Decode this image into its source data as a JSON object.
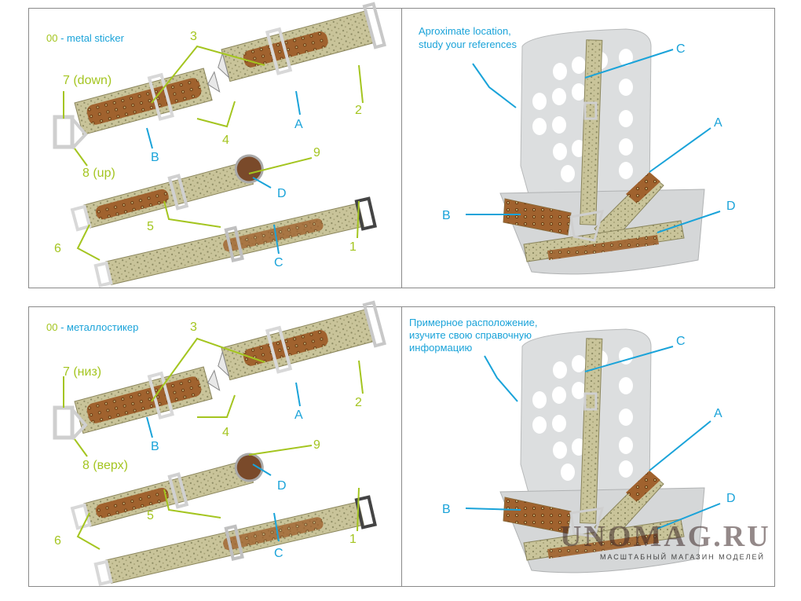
{
  "panels": [
    {
      "sticker_code": "00",
      "sticker_text": " - metal sticker",
      "note_lines": [
        "Aproximate location,",
        "study your references"
      ],
      "labels": {
        "n1": "1",
        "n2": "2",
        "n3": "3",
        "n4": "4",
        "n5": "5",
        "n6": "6",
        "n7": "7 (down)",
        "n8": "8 (up)",
        "n9": "9",
        "A": "A",
        "B": "B",
        "C": "C",
        "D": "D",
        "seatA": "A",
        "seatB": "B",
        "seatC": "C",
        "seatD": "D"
      }
    },
    {
      "sticker_code": "00",
      "sticker_text": " - металлостикер",
      "note_lines": [
        "Примерное расположение,",
        "изучите свою справочную",
        "информацию"
      ],
      "labels": {
        "n1": "1",
        "n2": "2",
        "n3": "3",
        "n4": "4",
        "n5": "5",
        "n6": "6",
        "n7": "7 (низ)",
        "n8": "8 (верх)",
        "n9": "9",
        "A": "A",
        "B": "B",
        "C": "C",
        "D": "D",
        "seatA": "A",
        "seatB": "B",
        "seatC": "C",
        "seatD": "D"
      }
    }
  ],
  "watermark": {
    "brand": "UNOMAG.RU",
    "tagline": "МАСШТАБНЫЙ МАГАЗИН МОДЕЛЕЙ"
  },
  "colors": {
    "green_label": "#a4c520",
    "blue_label": "#1aa3d9",
    "strap_fabric": "#c9c49a",
    "strap_leather": "#a0622e",
    "seat": "#dcdedf"
  }
}
